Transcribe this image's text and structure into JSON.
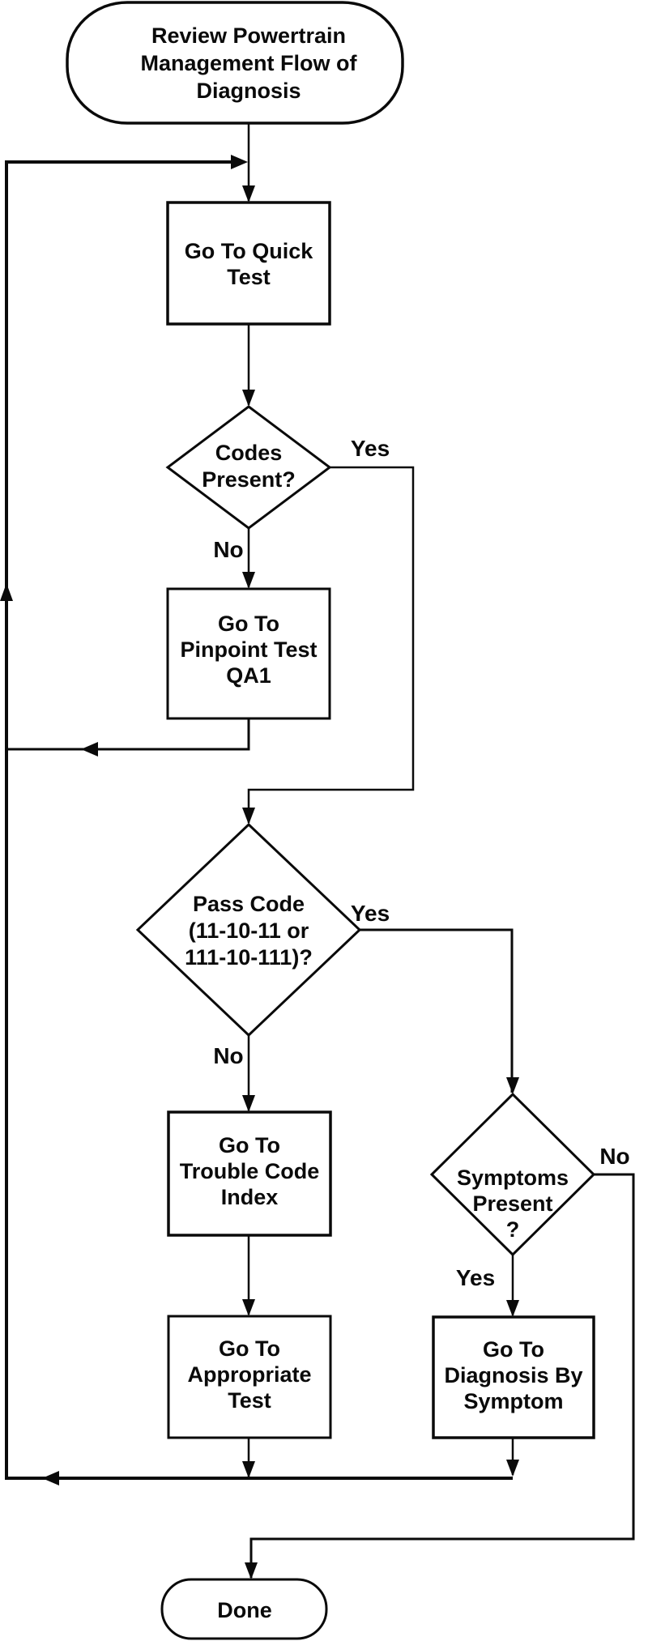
{
  "diagram": {
    "title": "Review Powertrain Management Flow of Diagnosis",
    "background_color": "#ffffff",
    "line_color": "#0a0a0a",
    "nodes": {
      "start": {
        "type": "terminator",
        "label": "Review Powertrain Management Flow of Diagnosis",
        "line1": "Review Powertrain",
        "line2": "Management Flow of",
        "line3": "Diagnosis"
      },
      "quick_test": {
        "type": "process",
        "label": "Go To Quick Test",
        "line1": "Go To Quick",
        "line2": "Test"
      },
      "codes_present": {
        "type": "decision",
        "label": "Codes Present?",
        "line1": "Codes",
        "line2": "Present?"
      },
      "pinpoint_test": {
        "type": "process",
        "label": "Go To Pinpoint Test QA1",
        "line1": "Go To",
        "line2": "Pinpoint Test",
        "line3": "QA1"
      },
      "pass_code": {
        "type": "decision",
        "label": "Pass Code (11-10-11 or 111-10-111)?",
        "line1": "Pass Code",
        "line2": "(11-10-11 or",
        "line3": "111-10-111)?"
      },
      "trouble_code_index": {
        "type": "process",
        "label": "Go To Trouble Code Index",
        "line1": "Go To",
        "line2": "Trouble Code",
        "line3": "Index"
      },
      "appropriate_test": {
        "type": "process",
        "label": "Go To Appropriate Test",
        "line1": "Go To",
        "line2": "Appropriate",
        "line3": "Test"
      },
      "symptoms_present": {
        "type": "decision",
        "label": "Symptoms Present ?",
        "line1": "Symptoms",
        "line2": "Present",
        "line3": "?"
      },
      "diagnosis_by_symptom": {
        "type": "process",
        "label": "Go To Diagnosis By Symptom",
        "line1": "Go To",
        "line2": "Diagnosis By",
        "line3": "Symptom"
      },
      "done": {
        "type": "terminator",
        "label": "Done",
        "line1": "Done"
      }
    },
    "edge_labels": {
      "codes_present_yes": "Yes",
      "codes_present_no": "No",
      "pass_code_yes": "Yes",
      "pass_code_no": "No",
      "symptoms_present_yes": "Yes",
      "symptoms_present_no": "No"
    }
  }
}
